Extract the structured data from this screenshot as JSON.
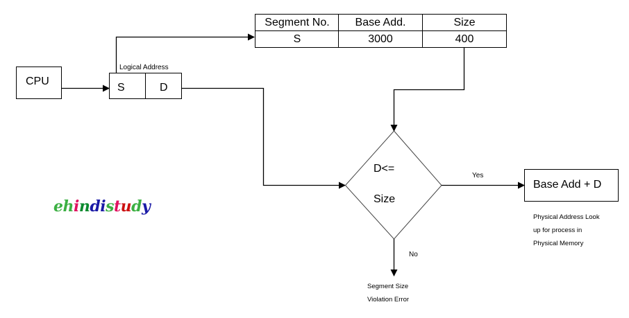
{
  "diagram": {
    "title": "Segmentation address translation",
    "cpu": {
      "label": "CPU"
    },
    "logical_address": {
      "caption": "Logical Address",
      "segment_label": "S",
      "offset_label": "D"
    },
    "segment_table": {
      "headers": [
        "Segment No.",
        "Base Add.",
        "Size"
      ],
      "rows": [
        [
          "S",
          "3000",
          "400"
        ]
      ]
    },
    "decision": {
      "line1": "D<=",
      "line2": "Size"
    },
    "yes_label": "Yes",
    "no_label": "No",
    "result_box": {
      "label": "Base Add + D"
    },
    "result_note": [
      "Physical Address  Look",
      "up for process in",
      "Physical Memory"
    ],
    "error_note": [
      "Segment Size",
      "Violation Error"
    ],
    "watermark": {
      "text": "ehindistudy",
      "letter_colors": [
        "#3cb043",
        "#3cb043",
        "#e0115f",
        "#0a8a2e",
        "#1a1aa6",
        "#1a1aa6",
        "#3cb043",
        "#e0115f",
        "#cc1010",
        "#3cb043",
        "#1a1aa6",
        "#3cb043"
      ]
    },
    "line_color": "#000000",
    "background": "#ffffff"
  }
}
